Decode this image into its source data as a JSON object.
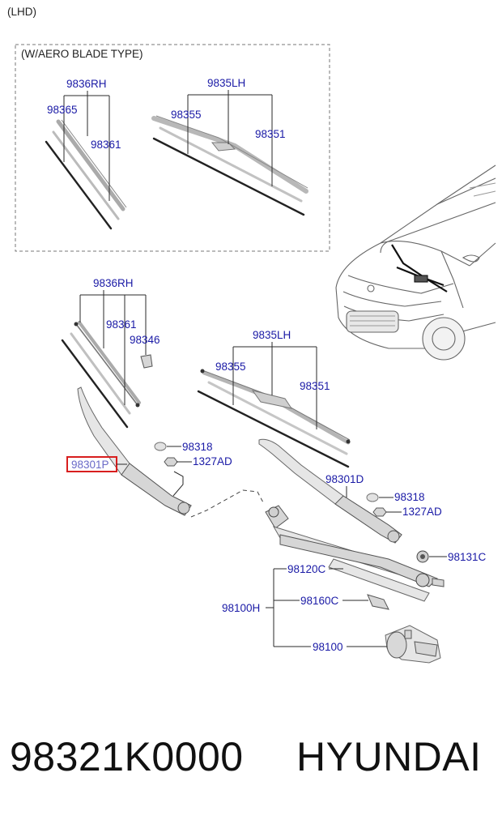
{
  "diagram": {
    "region_note": "(LHD)",
    "inset_title": "(W/AERO BLADE TYPE)",
    "inset": {
      "rh_assy": "9836RH",
      "rh_insert": "98365",
      "rh_blade": "98361",
      "lh_assy": "9835LH",
      "lh_insert": "98355",
      "lh_blade": "98351"
    },
    "main": {
      "rh_assy": "9836RH",
      "rh_blade": "98361",
      "rh_clip": "98346",
      "lh_assy": "9835LH",
      "lh_insert": "98355",
      "lh_blade": "98351",
      "arm_passenger": "98301P",
      "arm_driver": "98301D",
      "cap_p": "98318",
      "nut_p": "1327AD",
      "cap_d": "98318",
      "nut_d": "1327AD",
      "pivot_cap": "98131C",
      "linkage": "98120C",
      "linkage_sub": "98160C",
      "motor": "98100",
      "wiper_assy": "98100H"
    },
    "highlight_color": "#d81e1e",
    "label_color": "#1a1aa6"
  },
  "footer": {
    "part_number": "98321K0000",
    "brand": "HYUNDAI"
  }
}
